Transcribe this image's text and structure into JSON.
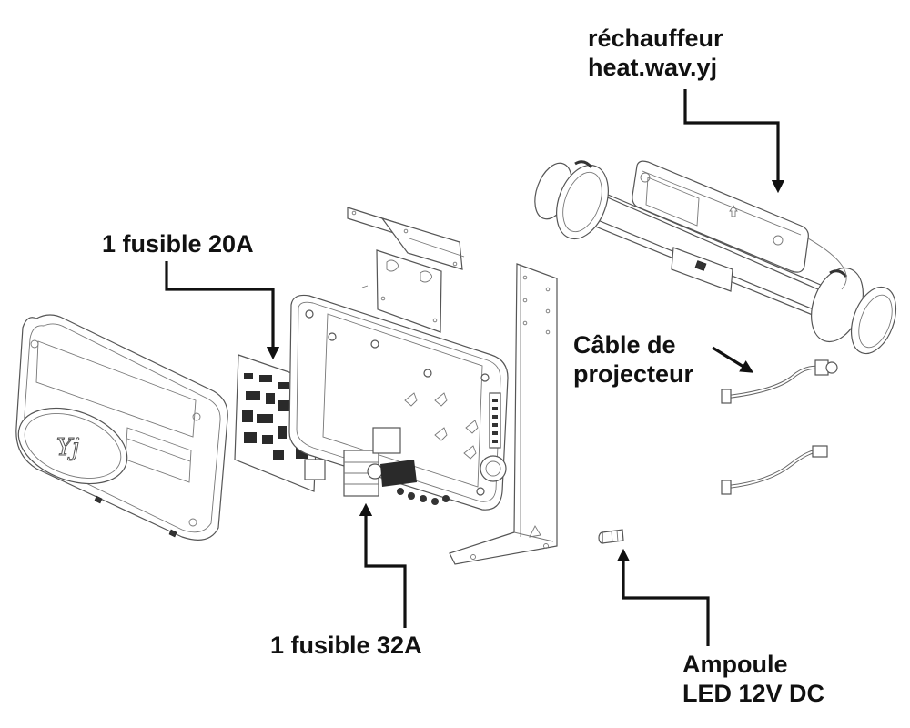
{
  "diagram": {
    "type": "exploded-parts-diagram",
    "components": [
      {
        "id": "front-cover",
        "name": "Front cover with YJ logo"
      },
      {
        "id": "circuit-board",
        "name": "Circuit board"
      },
      {
        "id": "control-box",
        "name": "Control box enclosure"
      },
      {
        "id": "wall-bracket",
        "name": "Wall bracket"
      },
      {
        "id": "mounting-plate",
        "name": "Mounting plate"
      },
      {
        "id": "l-bracket",
        "name": "L bracket"
      },
      {
        "id": "heater",
        "name": "Heater"
      },
      {
        "id": "projector-cable-1",
        "name": "Projector cable"
      },
      {
        "id": "projector-cable-2",
        "name": "Projector cable"
      },
      {
        "id": "led-bulb",
        "name": "LED bulb"
      }
    ],
    "callouts": {
      "heater": {
        "line1": "réchauffeur",
        "line2": "heat.wav.yj"
      },
      "fuse_20a": {
        "text": "1 fusible 20A"
      },
      "fuse_32a": {
        "text": "1 fusible 32A"
      },
      "projector_cable": {
        "line1": "Câble de",
        "line2": "projecteur"
      },
      "led_bulb": {
        "line1": "Ampoule",
        "line2": "LED 12V DC"
      }
    },
    "logo_text": "Yj"
  }
}
